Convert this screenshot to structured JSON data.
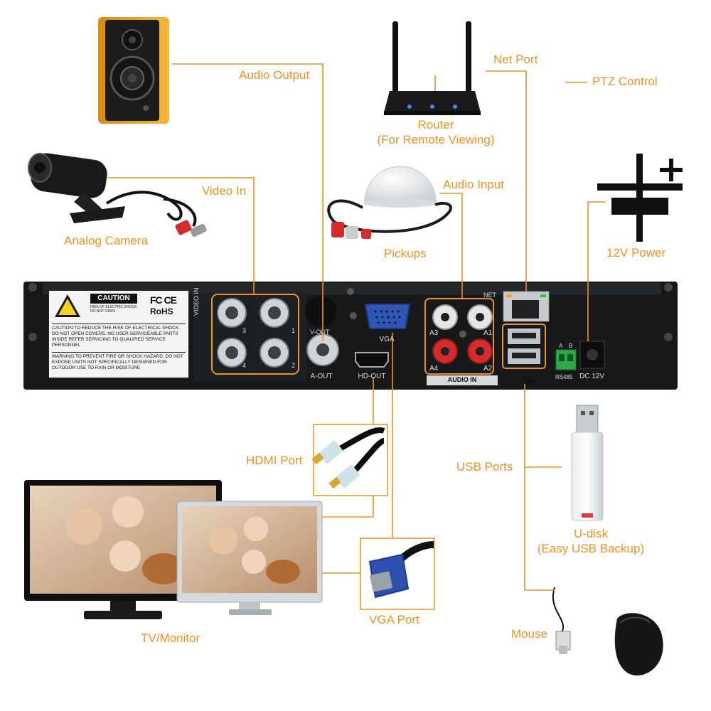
{
  "diagram": {
    "labels": {
      "audio_output": "Audio Output",
      "video_in": "Video In",
      "analog_camera": "Analog Camera",
      "router": "Router",
      "router_sub": "(For Remote Viewing)",
      "audio_input": "Audio Input",
      "pickups": "Pickups",
      "net_port": "Net Port",
      "ptz_control": "PTZ Control",
      "power": "12V Power",
      "hdmi_port": "HDMI Port",
      "usb_ports": "USB Ports",
      "udisk": "U-disk",
      "udisk_sub": "(Easy USB Backup)",
      "tv_monitor": "TV/Monitor",
      "vga_port": "VGA Port",
      "mouse": "Mouse"
    },
    "panel": {
      "caution_title": "CAUTION",
      "caution_sub": "RISK OF ELECTRIC SHOCK DO NOT OPEN",
      "caution_text": "CAUTION:TO REDUCE THE RISK OF ELECTRICAL SHOCK. DO NOT OPEN COVERS. NO USER SERVICEABLE PARTS INSIDE REFER SERVICING TO QUALIFIED SERVICE PERSONNEL",
      "warning_text": "WARNING:TO PREVENT FIRE OR SHOCK HAZARD. DO NOT EXPOSE UNITS NOT SPECIFICALLY DESIGNED FOR OUTDOOR USE TO RAIN OR MOISTURE",
      "fcc": "FC CE",
      "rohs": "RoHS",
      "video_in": "VIDEO IN",
      "ch3": "3",
      "ch1": "1",
      "ch4": "4",
      "ch2": "2",
      "v_out": "V-OUT",
      "a_out": "A-OUT",
      "vga": "VGA",
      "hd_out": "HD-OUT",
      "a3": "A3",
      "a1": "A1",
      "a4": "A4",
      "a2": "A2",
      "audio_in": "AUDIO IN",
      "net": "NET",
      "rs485_a": "A",
      "rs485_b": "B",
      "rs485": "RS485",
      "dc12v": "DC 12V"
    },
    "colors": {
      "accent": "#f0901e",
      "panel": "#16181a",
      "panel_light": "#2a2d30"
    }
  }
}
